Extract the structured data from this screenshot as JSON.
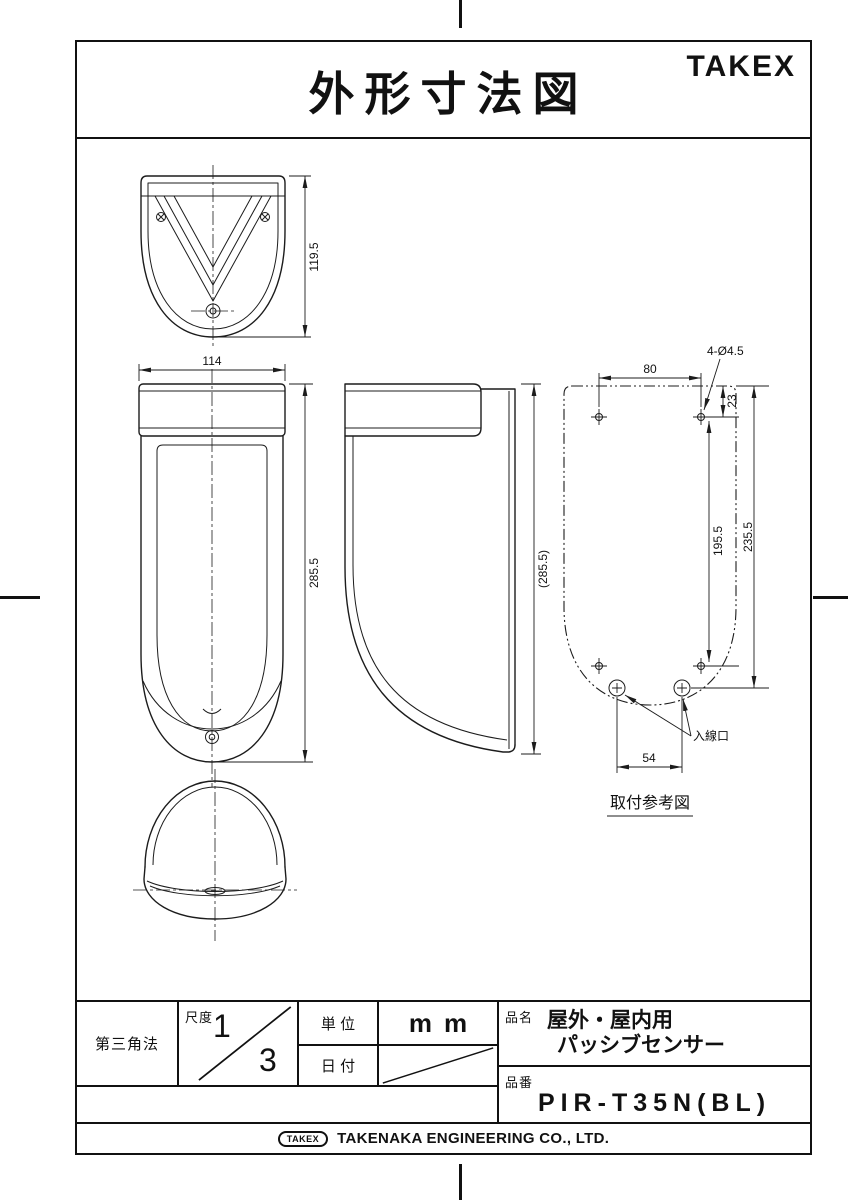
{
  "page": {
    "title": "外形寸法図",
    "brand": "TAKEX"
  },
  "views": {
    "top": {
      "dim_height": "119.5"
    },
    "front": {
      "dim_width": "114",
      "dim_height": "285.5"
    },
    "side": {
      "dim_height": "(285.5)"
    },
    "mount": {
      "title": "取付参考図",
      "dim_span": "80",
      "holes": "4-Ø4.5",
      "dim_offset": "23",
      "dim_inner": "195.5",
      "dim_outer": "235.5",
      "dim_entry_span": "54",
      "entry_label": "入線口"
    }
  },
  "title_block": {
    "projection": "第三角法",
    "scale": {
      "label": "尺度",
      "numerator": "1",
      "denominator": "3"
    },
    "unit": {
      "label": "単 位",
      "value": "mm"
    },
    "date": {
      "label": "日 付"
    },
    "product": {
      "label": "品名",
      "line1": "屋外・屋内用",
      "line2": "パッシブセンサー"
    },
    "part": {
      "label": "品番",
      "value": "PIR-T35N(BL)"
    },
    "footer": {
      "logo": "TAKEX",
      "company": "TAKENAKA ENGINEERING CO., LTD."
    }
  }
}
